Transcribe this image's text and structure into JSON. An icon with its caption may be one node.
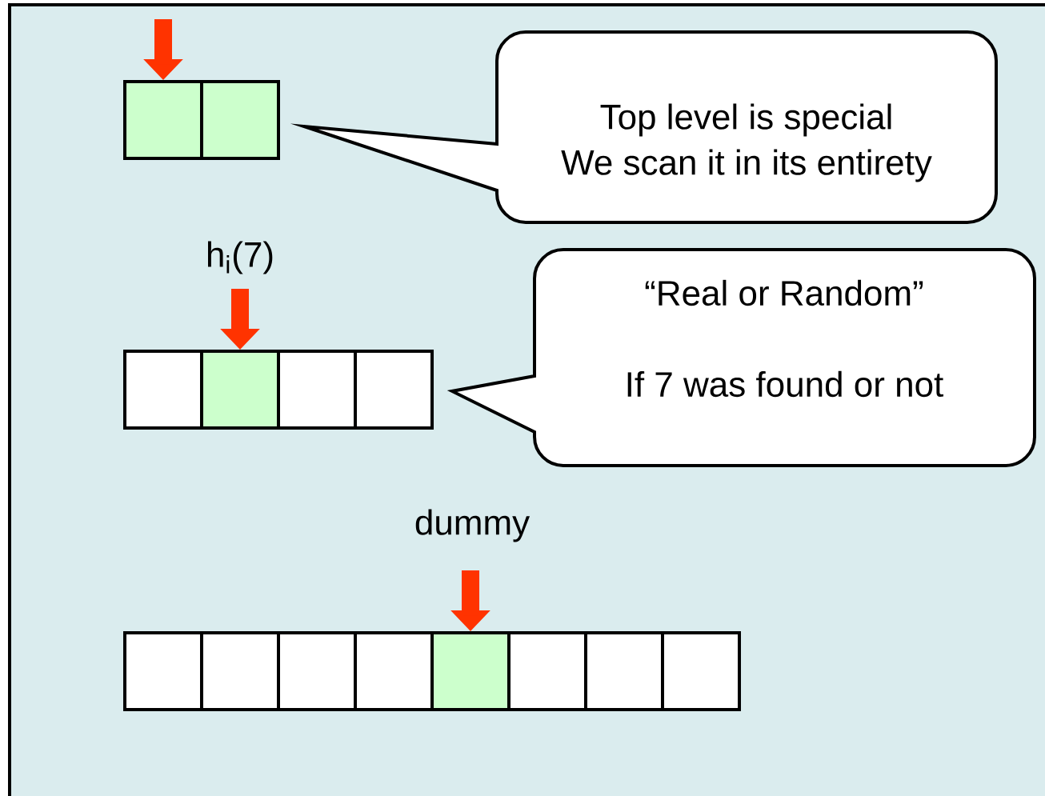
{
  "diagram": {
    "nodes": [
      {
        "text": [],
        "shape": "box"
      },
      {
        "text": [],
        "shape": "box"
      },
      {
        "text": [
          "Top level is special",
          "We scan it in its entirety"
        ]
      },
      {
        "text": [],
        "shape": "box"
      },
      {
        "text": [],
        "shape": "box"
      },
      {
        "text": [],
        "shape": "box"
      },
      {
        "text": [],
        "shape": "box"
      },
      {
        "text": [
          "“Real or Random”",
          "If 7 was found or not"
        ]
      },
      {
        "text": [],
        "shape": "box"
      },
      {
        "text": [],
        "shape": "box"
      },
      {
        "text": [],
        "shape": "box"
      },
      {
        "text": [],
        "shape": "box"
      },
      {
        "text": [],
        "shape": "box"
      },
      {
        "text": [],
        "shape": "box"
      },
      {
        "text": [],
        "shape": "box"
      },
      {
        "text": [],
        "shape": "box"
      }
    ],
    "edges": [
      {
        "from": null,
        "to": 0,
        "arrow": "to",
        "color": "#ff3300"
      },
      {
        "from": null,
        "to": 4,
        "arrow": "to",
        "color": "#ff3300"
      },
      {
        "from": null,
        "to": 12,
        "arrow": "to",
        "color": "#ff3300"
      }
    ],
    "labels": [
      "h$_{i}$(7)",
      "dummy"
    ]
  }
}
